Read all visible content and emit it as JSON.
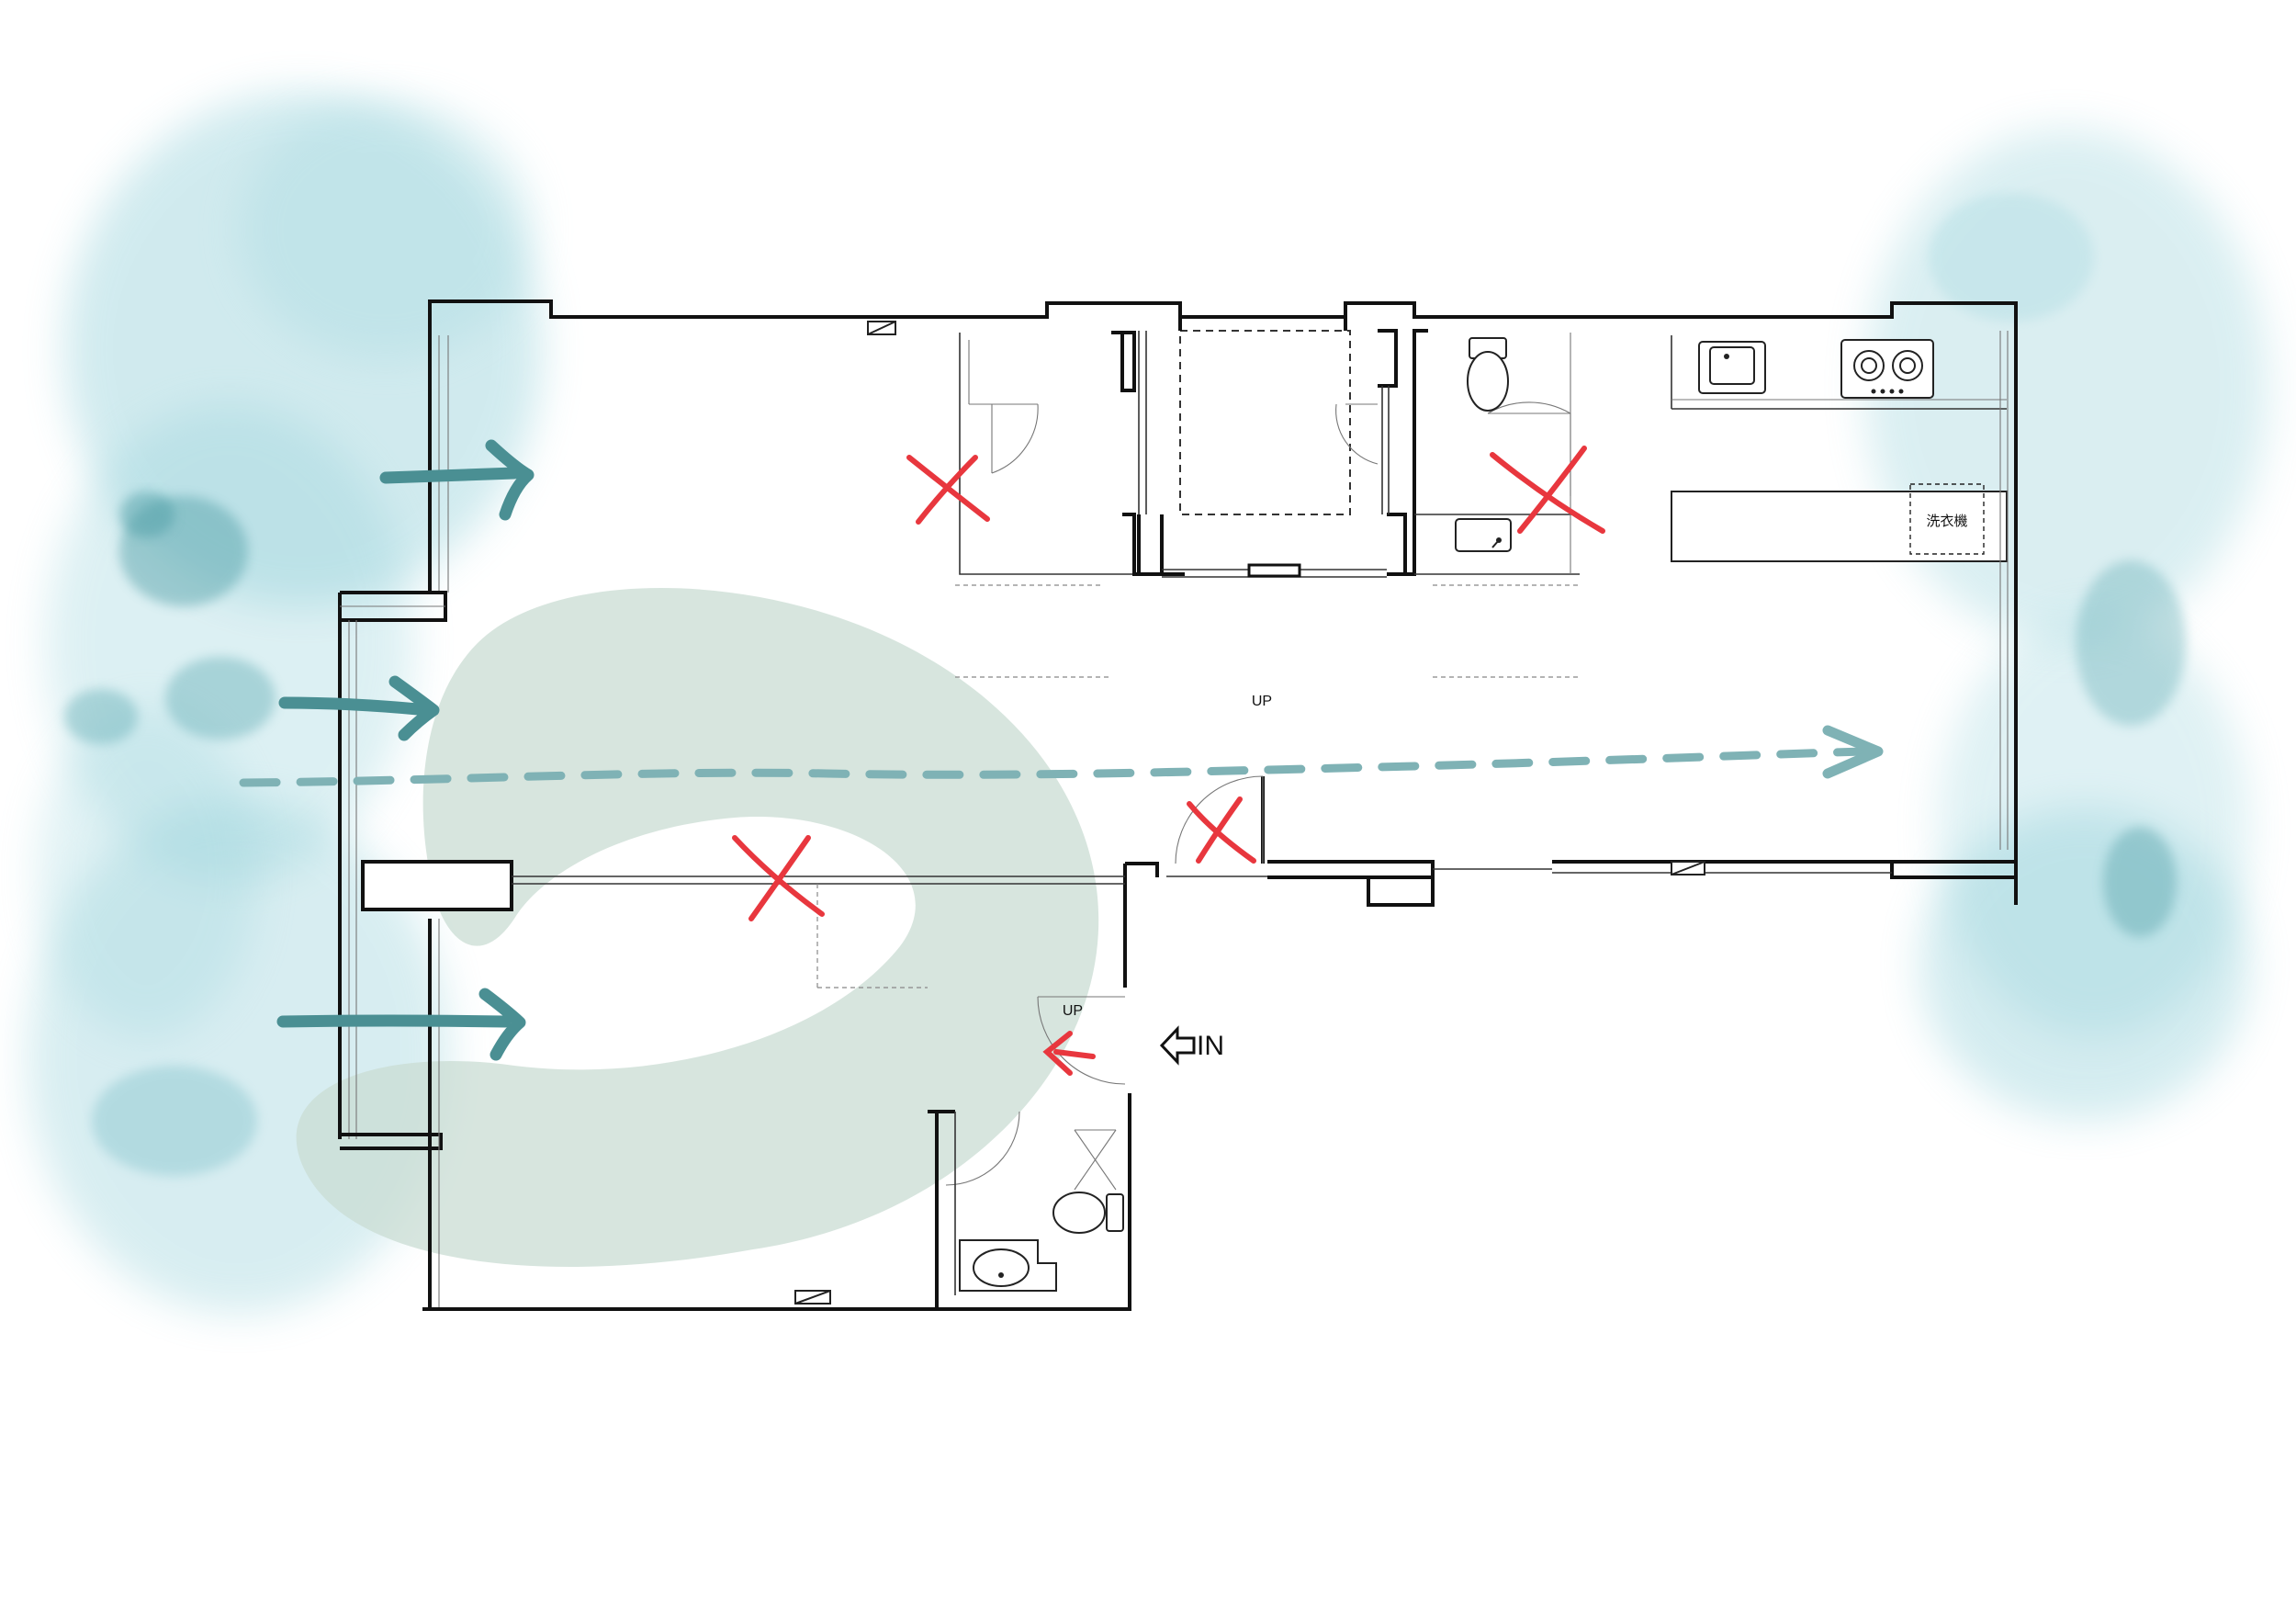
{
  "labels": {
    "up_upper": "UP",
    "up_lower": "UP",
    "entrance": "IN",
    "washing_machine": "洗衣機"
  },
  "colors": {
    "splash": "#5cb8c6",
    "green_blob": "#c9dcd3",
    "airflow_arrow": "#4a8f93",
    "circulation_path": "#7fb2b5",
    "removed_mark": "#e8373e",
    "wall": "#111111"
  },
  "icons": {
    "entrance_arrow": "left-arrow-outline",
    "removed": "red-x-mark",
    "airflow": "right-arrow"
  }
}
